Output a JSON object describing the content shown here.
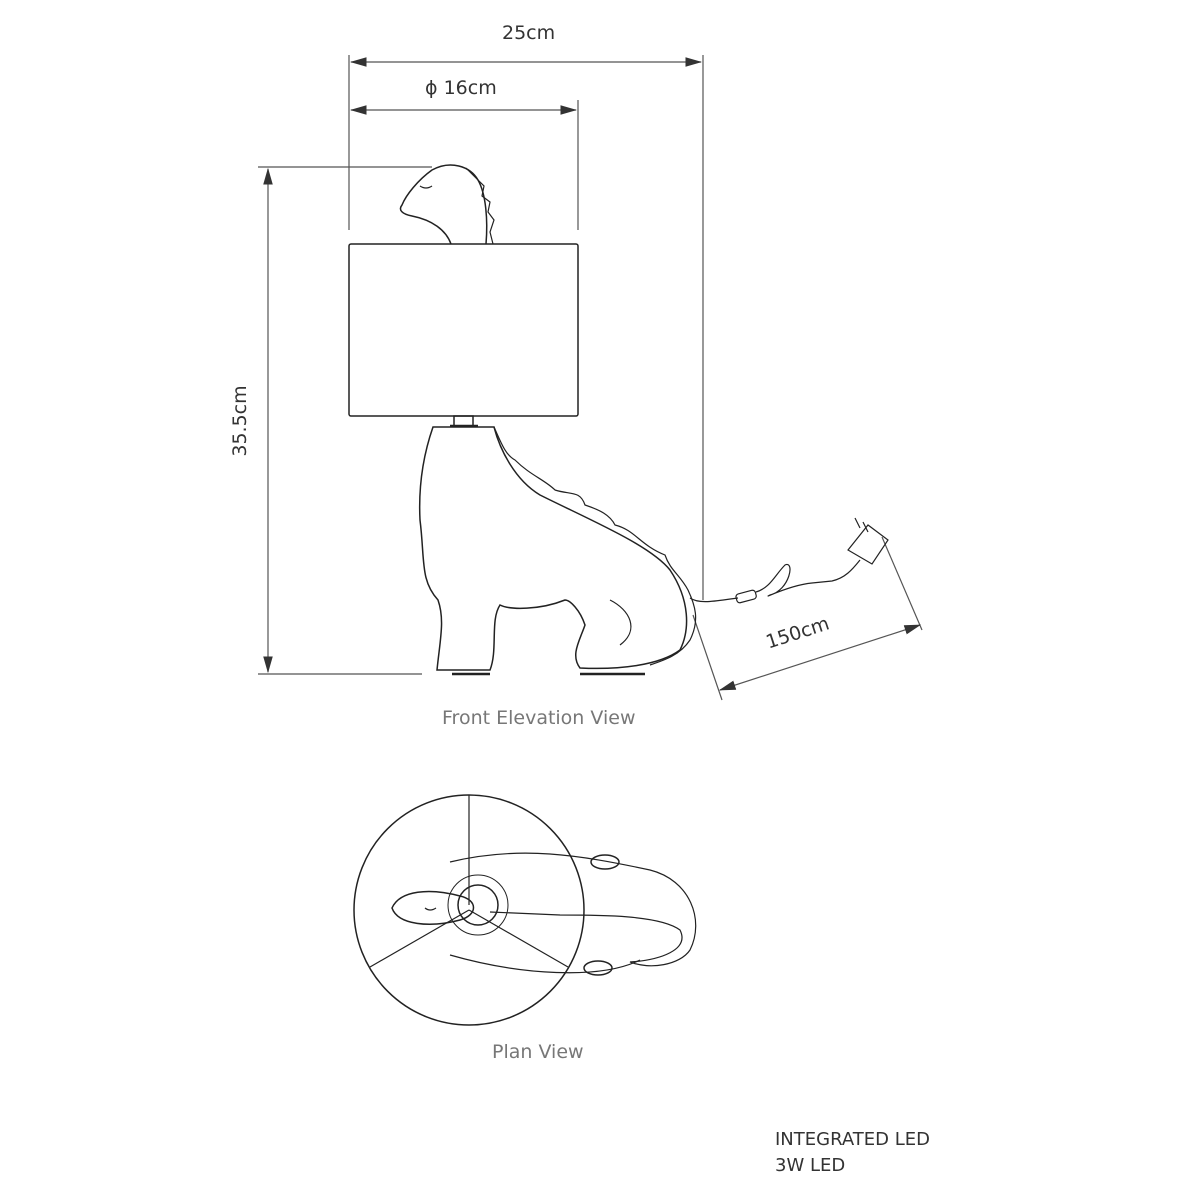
{
  "dimensions": {
    "width_overall": "25cm",
    "shade_diameter": "ϕ 16cm",
    "height": "35.5cm",
    "cable_length": "150cm"
  },
  "views": {
    "front": "Front Elevation View",
    "plan": "Plan View"
  },
  "specs": [
    "INTEGRATED LED",
    "3W LED"
  ],
  "colors": {
    "line": "#222222",
    "dim": "#555555",
    "label": "#777777"
  }
}
